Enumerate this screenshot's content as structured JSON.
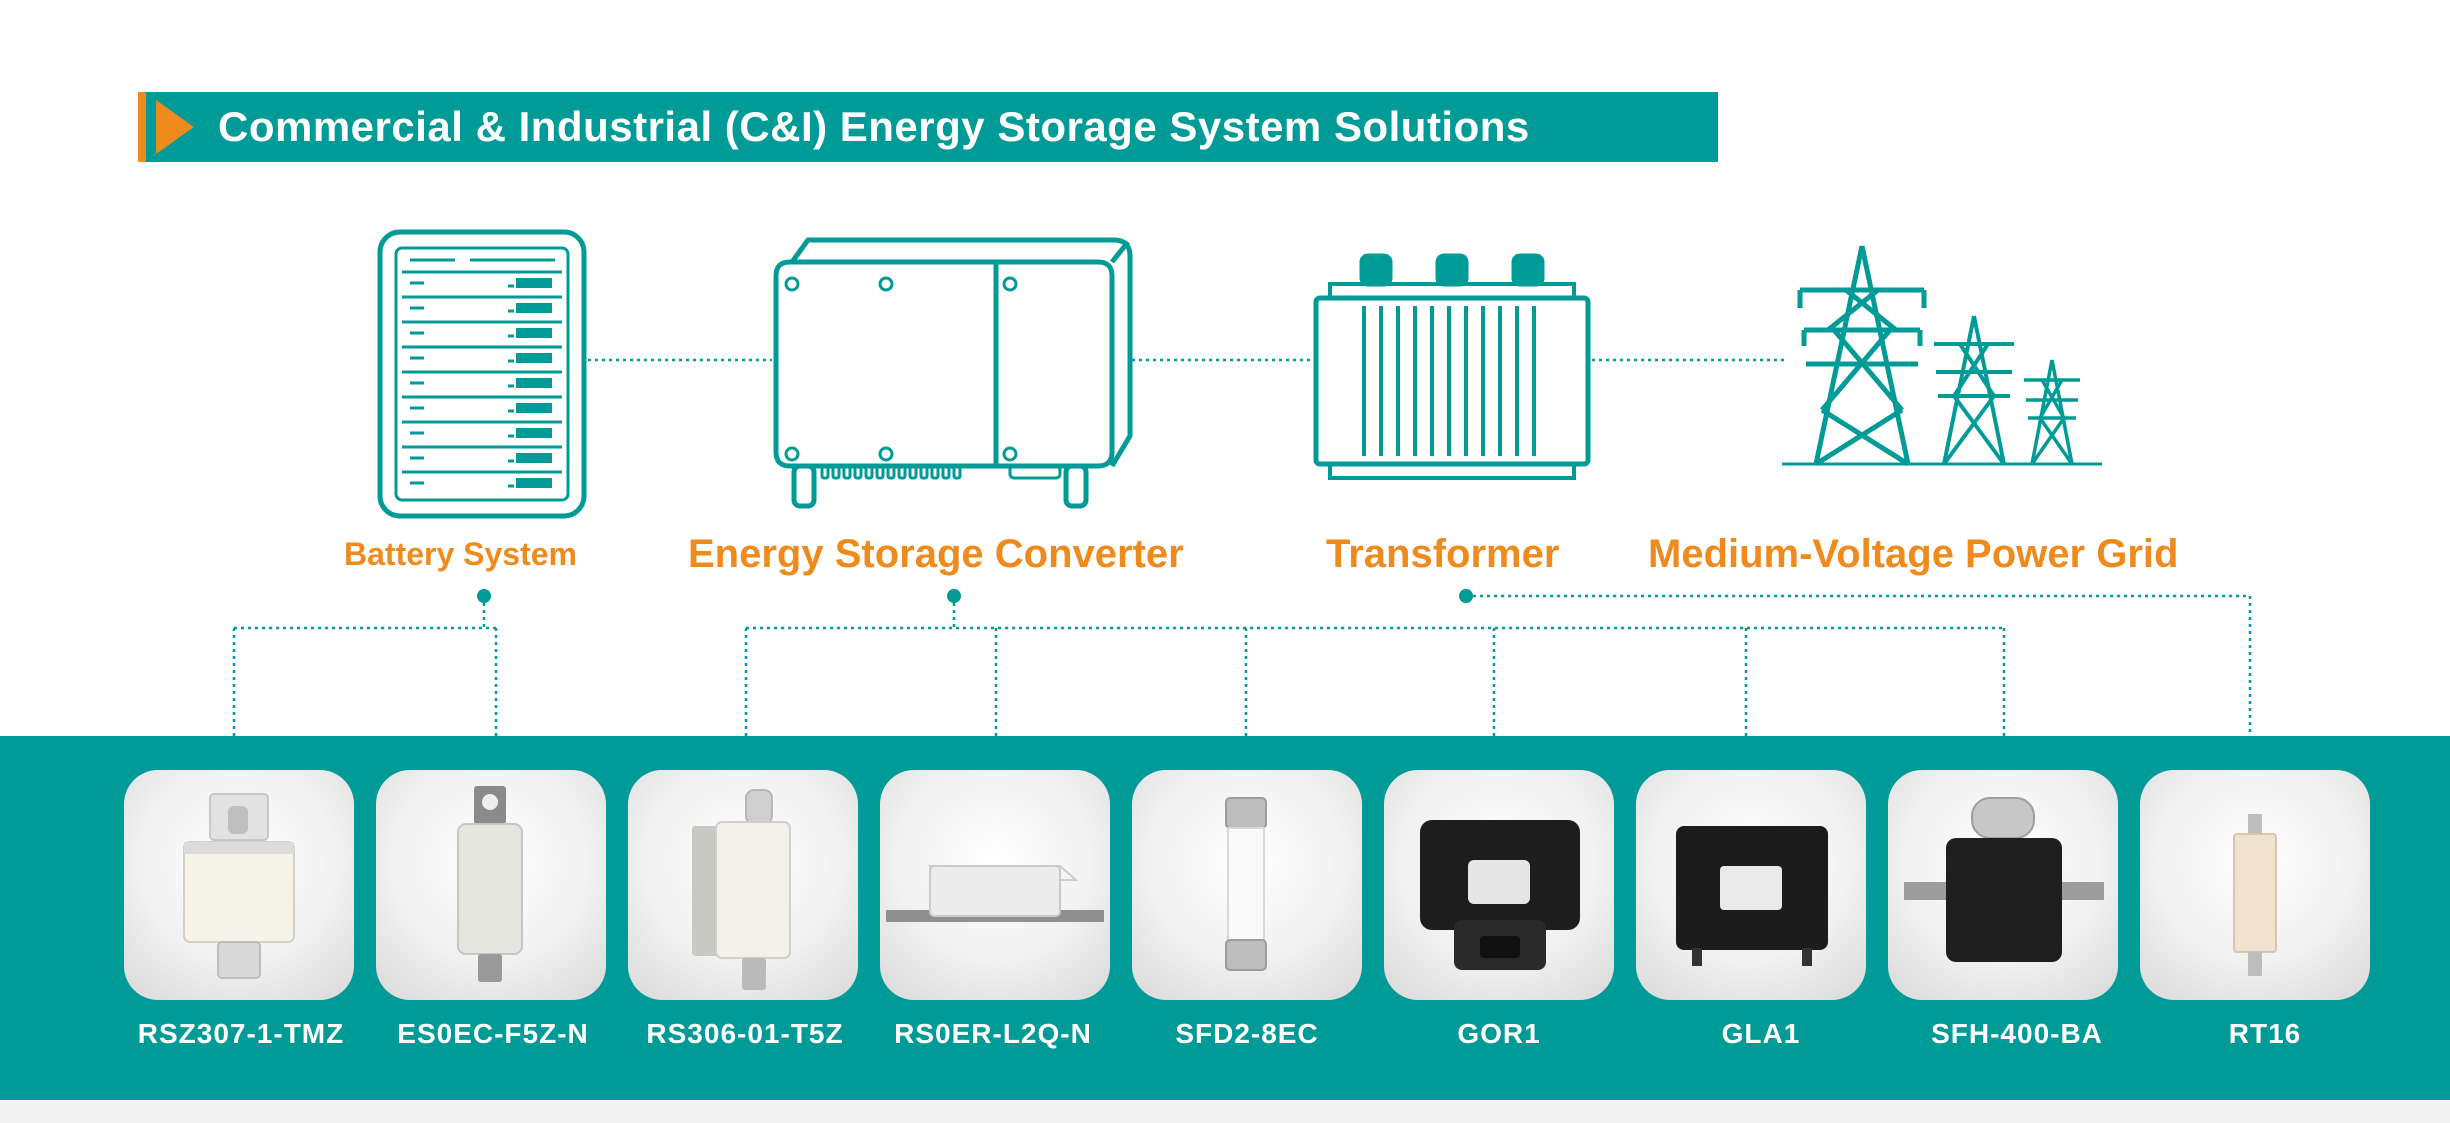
{
  "banner": {
    "title": "Commercial & Industrial (C&I) Energy Storage System Solutions"
  },
  "components": [
    {
      "id": "battery",
      "label": "Battery System"
    },
    {
      "id": "converter",
      "label": "Energy Storage Converter"
    },
    {
      "id": "transformer",
      "label": "Transformer"
    },
    {
      "id": "grid",
      "label": "Medium-Voltage Power Grid"
    }
  ],
  "products": [
    {
      "label": "RSZ307-1-TMZ"
    },
    {
      "label": "ES0EC-F5Z-N"
    },
    {
      "label": "RS306-01-T5Z"
    },
    {
      "label": "RS0ER-L2Q-N"
    },
    {
      "label": "SFD2-8EC"
    },
    {
      "label": "GOR1"
    },
    {
      "label": "GLA1"
    },
    {
      "label": "SFH-400-BA"
    },
    {
      "label": "RT16"
    }
  ],
  "colors": {
    "teal": "#009b97",
    "orange": "#ef8a1d",
    "white": "#ffffff"
  }
}
